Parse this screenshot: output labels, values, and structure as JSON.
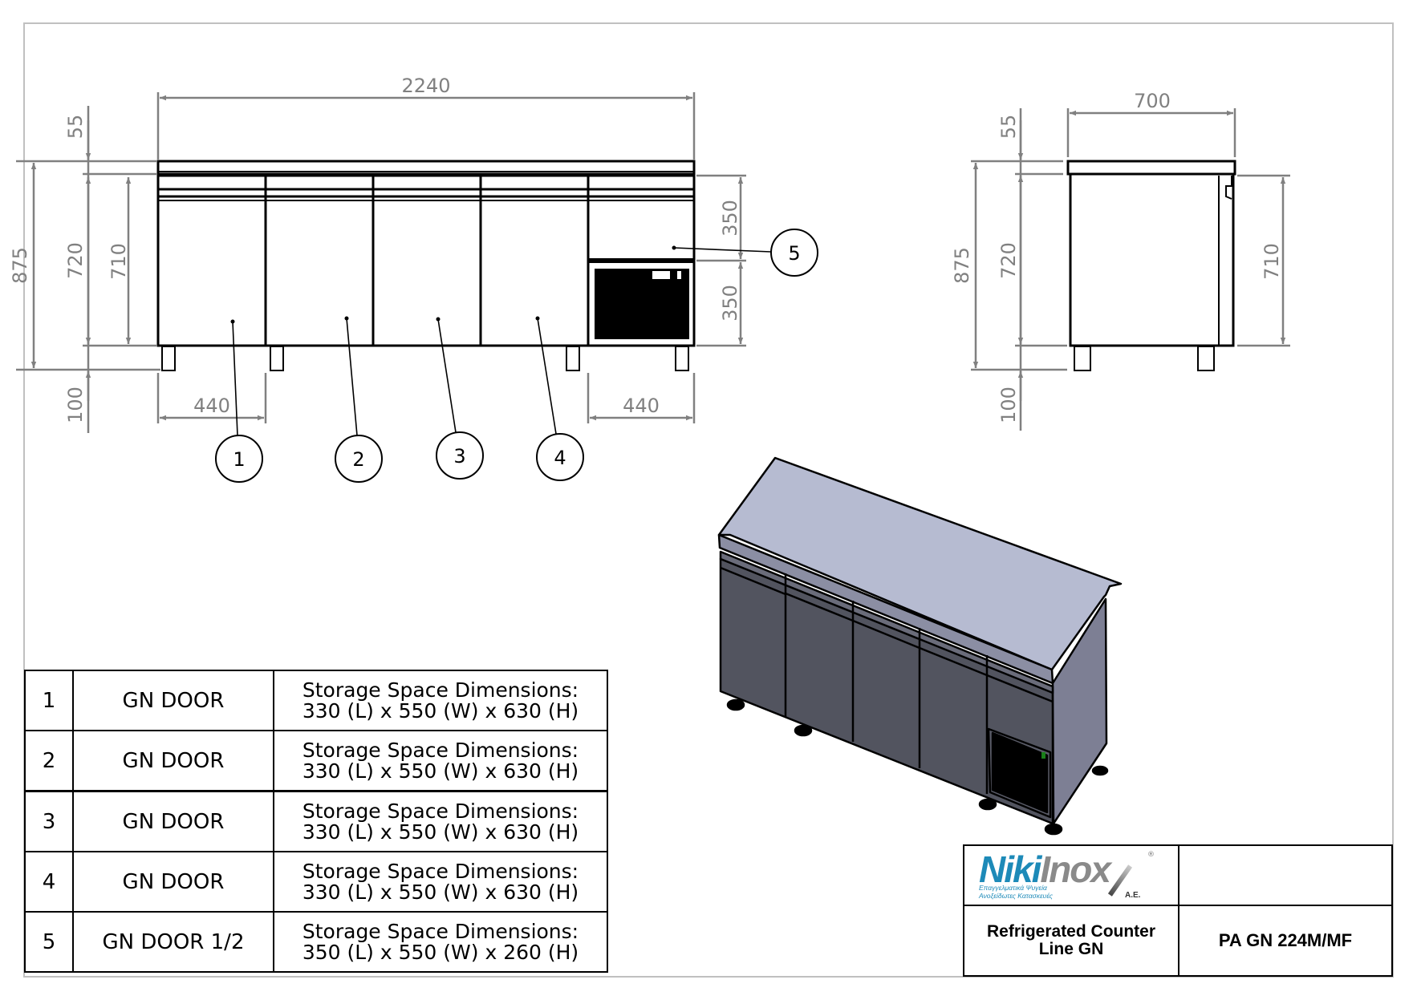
{
  "front_view": {
    "overall_width": "2240",
    "top_thickness": "55",
    "overall_height": "875",
    "body_height": "720",
    "door_height": "710",
    "leg_height": "100",
    "left_door_width": "440",
    "right_section_width": "440",
    "upper_half_door_height": "350",
    "lower_compartment_height": "350"
  },
  "side_view": {
    "overall_depth": "700",
    "top_thickness": "55",
    "overall_height": "875",
    "body_height": "720",
    "door_height": "710",
    "leg_height": "100"
  },
  "balloons": [
    "1",
    "2",
    "3",
    "4",
    "5"
  ],
  "parts_table": [
    {
      "num": "1",
      "name": "GN DOOR",
      "desc_line1": "Storage Space Dimensions:",
      "desc_line2": "330 (L) x 550 (W) x 630 (H)"
    },
    {
      "num": "2",
      "name": "GN DOOR",
      "desc_line1": "Storage Space Dimensions:",
      "desc_line2": "330 (L) x 550 (W) x 630 (H)"
    },
    {
      "num": "3",
      "name": "GN DOOR",
      "desc_line1": "Storage Space Dimensions:",
      "desc_line2": "330 (L) x 550 (W) x 630 (H)"
    },
    {
      "num": "4",
      "name": "GN DOOR",
      "desc_line1": "Storage Space Dimensions:",
      "desc_line2": "330 (L) x 550 (W) x 630 (H)"
    },
    {
      "num": "5",
      "name": "GN DOOR 1/2",
      "desc_line1": "Storage Space Dimensions:",
      "desc_line2": "350 (L) x 550 (W) x 260 (H)"
    }
  ],
  "title_block": {
    "logo": {
      "brand_part1": "Niki",
      "brand_part2": "Inox",
      "registered": "®",
      "tagline_line1": "Επαγγελματικά Ψυγεία",
      "tagline_line2": "Ανοξείδωτες Κατασκευές",
      "suffix": "A.E.",
      "brand_color": "#1d8ab8"
    },
    "product_line1": "Refrigerated Counter",
    "product_line2": "Line GN",
    "model_code": "PA GN 224M/MF"
  },
  "colors": {
    "dimension": "#808080",
    "frame": "#c0c0c0",
    "iso_top": "#b6bbd1",
    "iso_front": "#52545f",
    "iso_side": "#7d7f94"
  }
}
